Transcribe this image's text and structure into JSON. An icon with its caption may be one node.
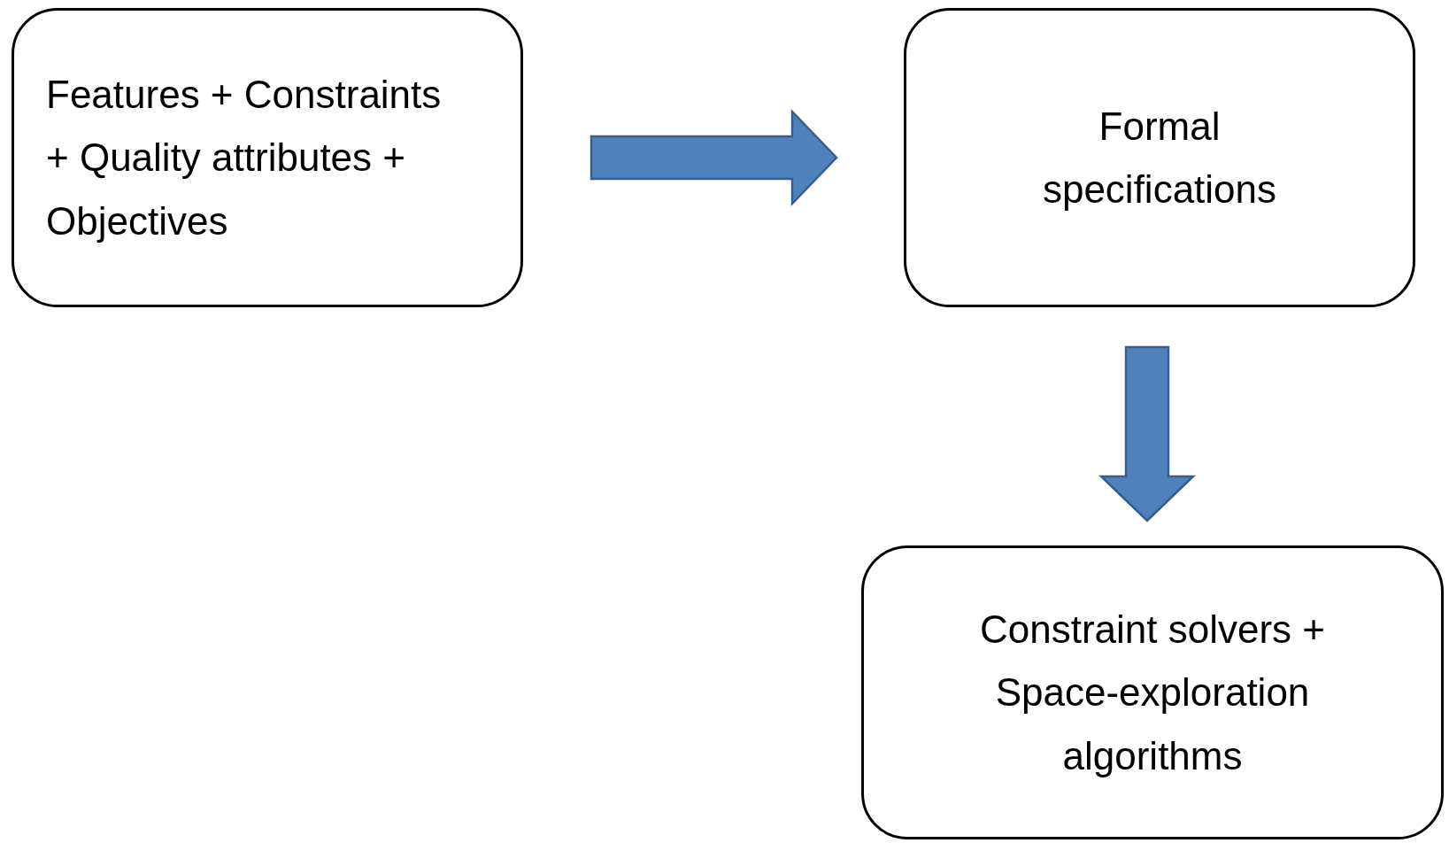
{
  "diagram": {
    "nodes": [
      {
        "text": [
          "Features + Constraints + Quality attributes + Objectives"
        ]
      },
      {
        "text": [
          "Formal specifications"
        ]
      },
      {
        "text": [
          "Constraint solvers + Space-exploration algorithms"
        ]
      }
    ],
    "edges": [
      {
        "from": 0,
        "to": 1,
        "arrow": "to"
      },
      {
        "from": 1,
        "to": 2,
        "arrow": "to"
      }
    ]
  }
}
